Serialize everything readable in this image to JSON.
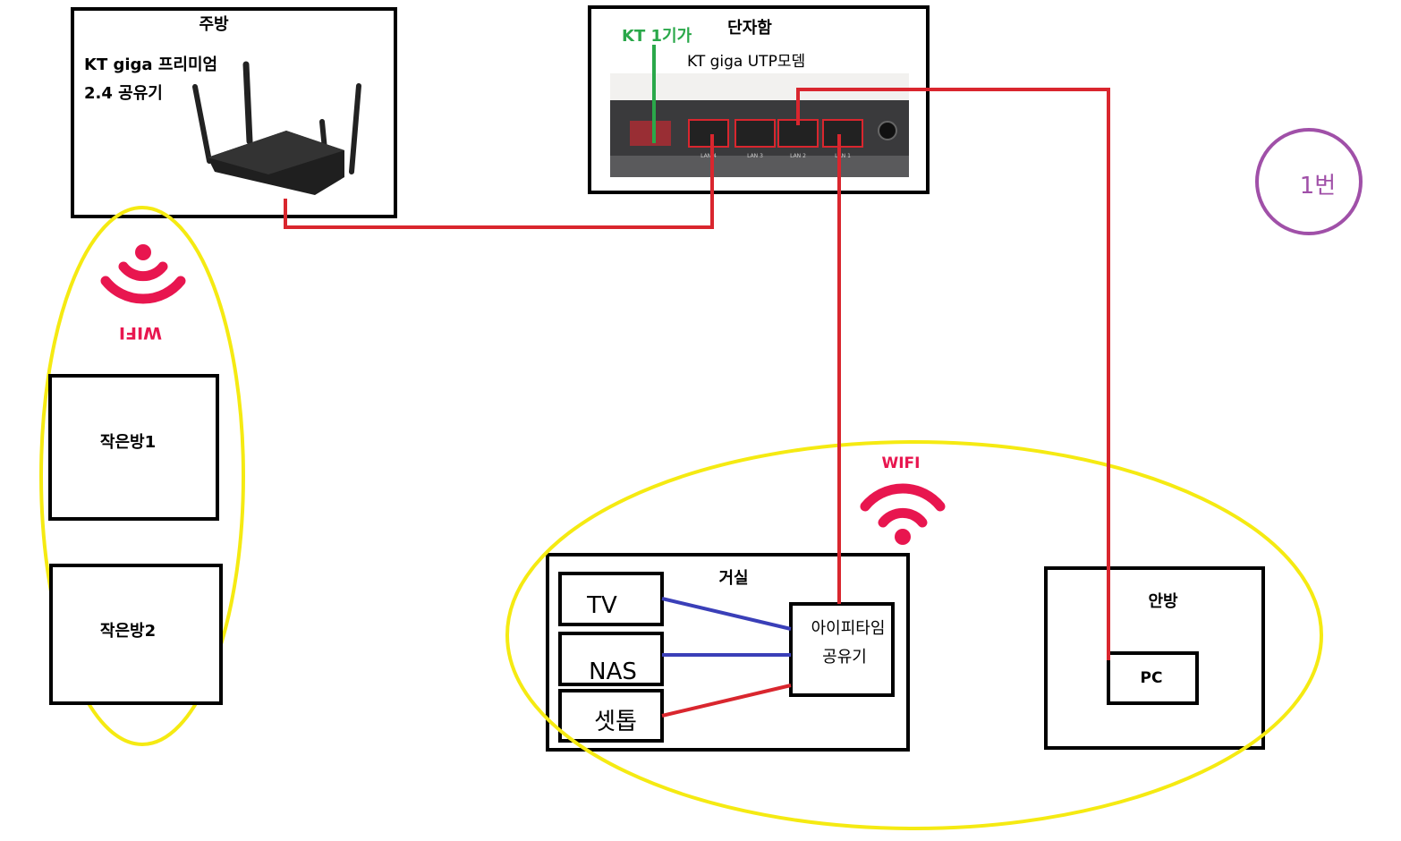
{
  "rooms": {
    "kitchen": "주방",
    "terminal_box": "단자함",
    "small_room_1": "작은방1",
    "small_room_2": "작은방2",
    "living_room": "거실",
    "master_room": "안방"
  },
  "devices": {
    "kitchen_router_line1": "KT giga 프리미엄",
    "kitchen_router_line2": "2.4 공유기",
    "kt_line": "KT 1기가",
    "modem": "KT giga UTP모뎀",
    "modem_ports": [
      "LAN 4",
      "LAN 3",
      "LAN 2",
      "LAN 1"
    ],
    "iptime_line1": "아이피타임",
    "iptime_line2": "공유기",
    "tv": "TV",
    "nas": "NAS",
    "settop": "셋톱",
    "pc": "PC"
  },
  "wifi": {
    "label": "WIFI",
    "label_mirrored": "WIFI"
  },
  "badge": "1번",
  "colors": {
    "lan_cable": "#d9262e",
    "blue_cable": "#3a3fb8",
    "kt_line": "#2aa84a",
    "wifi_zone": "#f5ea12",
    "wifi_icon": "#e8164f",
    "badge": "#a050a8"
  }
}
